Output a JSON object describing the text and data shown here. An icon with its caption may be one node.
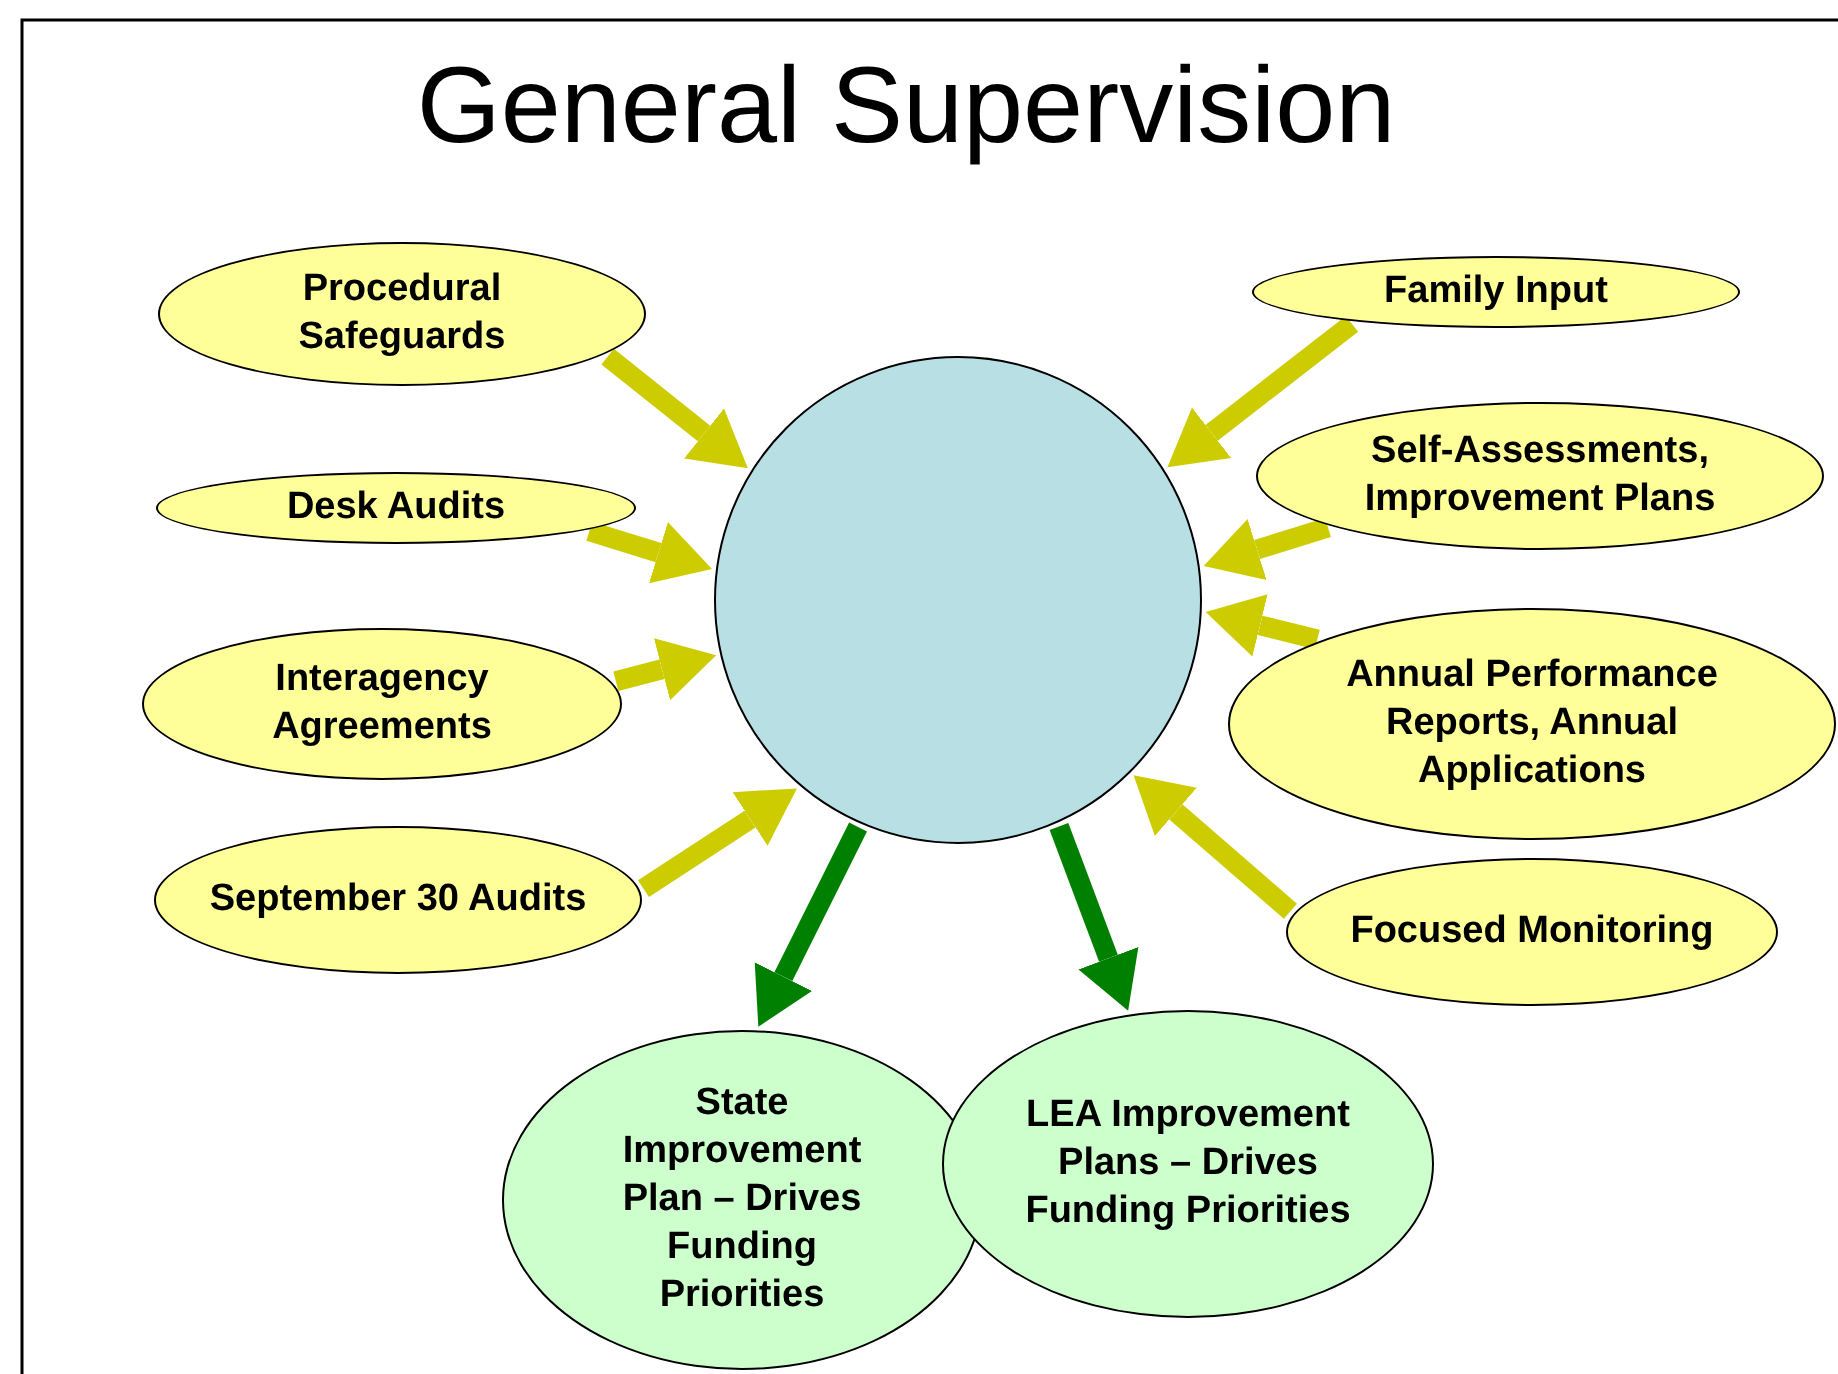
{
  "diagram": {
    "title": "General Supervision",
    "nodes": [
      {
        "text": [],
        "shape": "circle"
      },
      {
        "text": [
          "Procedural Safeguards"
        ]
      },
      {
        "text": [
          "Desk Audits"
        ]
      },
      {
        "text": [
          "Interagency Agreements"
        ]
      },
      {
        "text": [
          "September 30 Audits"
        ]
      },
      {
        "text": [
          "Family Input"
        ]
      },
      {
        "text": [
          "Self-Assessments, Improvement Plans"
        ]
      },
      {
        "text": [
          "Annual Performance Reports, Annual Applications"
        ]
      },
      {
        "text": [
          "Focused Monitoring"
        ]
      },
      {
        "text": [
          "State Improvement Plan – Drives Funding Priorities"
        ]
      },
      {
        "text": [
          "LEA Improvement Plans – Drives Funding Priorities"
        ]
      }
    ],
    "edges": [
      {
        "from": 1,
        "to": 0,
        "arrow": "to"
      },
      {
        "from": 2,
        "to": 0,
        "arrow": "to"
      },
      {
        "from": 3,
        "to": 0,
        "arrow": "to"
      },
      {
        "from": 4,
        "to": 0,
        "arrow": "to"
      },
      {
        "from": 5,
        "to": 0,
        "arrow": "to"
      },
      {
        "from": 6,
        "to": 0,
        "arrow": "to"
      },
      {
        "from": 7,
        "to": 0,
        "arrow": "to"
      },
      {
        "from": 8,
        "to": 0,
        "arrow": "to"
      },
      {
        "from": 0,
        "to": 9,
        "arrow": "to",
        "color": "#008000"
      },
      {
        "from": 0,
        "to": 10,
        "arrow": "to",
        "color": "#008000"
      }
    ]
  }
}
